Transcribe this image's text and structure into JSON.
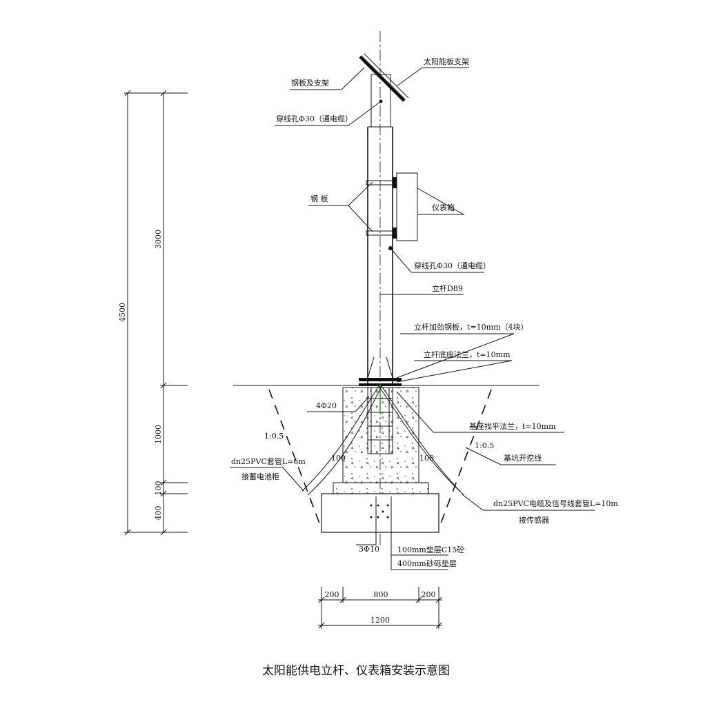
{
  "caption": "太阳能供电立杆、仪表箱安装示意图",
  "labels": {
    "panel_bracket": "太阳能板支架",
    "steel_plate_bracket": "钢板及支架",
    "cable_hole_top": "穿线孔Φ30（通电缆）",
    "steel_plate": "钢  板",
    "instrument_box": "仪表箱",
    "cable_hole_mid": "穿线孔Φ30（通电缆）",
    "pole": "立杆D89",
    "stiffener": "立杆加劲钢板，t=10mm（4块）",
    "base_flange": "立杆底座法兰，t=10mm",
    "anchor_rebar": "4Φ20",
    "slope_left": "1:0.5",
    "slope_right": "1:0.5",
    "leveling_flange": "基座找平法兰，t=10mm",
    "pit_line": "基坑开挖线",
    "pvc_left_1": "dn25PVC套管L=6m",
    "pvc_left_2": "接蓄电池柜",
    "pvc_right_1": "dn25PVC电缆及信号线套管L=10m",
    "pvc_right_2": "接传感器",
    "rebar_bottom": "3Φ10",
    "layer_c15": "100mm垫层C15砼",
    "layer_sand": "400mm砂砾垫层",
    "side_100_left": "100",
    "side_100_right": "100"
  },
  "dimensions": {
    "vertical": {
      "total": "4500",
      "upper": "3000",
      "mid": "1000",
      "cushion": "100",
      "gravel": "400"
    },
    "horizontal": {
      "left": "200",
      "middle": "800",
      "right": "200",
      "total": "1200"
    }
  }
}
